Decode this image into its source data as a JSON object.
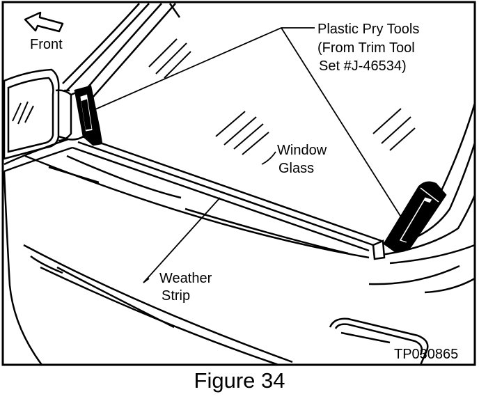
{
  "labels": {
    "front": "Front",
    "tools_line1": "Plastic Pry Tools",
    "tools_line2": "(From Trim Tool",
    "tools_line3": "Set #J-46534)",
    "glass_line1": "Window",
    "glass_line2": "Glass",
    "strip_line1": "Weather",
    "strip_line2": "Strip",
    "code": "TP030865"
  },
  "caption": "Figure 34",
  "colors": {
    "ink": "#000000",
    "paper": "#ffffff"
  },
  "icons": {
    "direction": "front-arrow-icon"
  }
}
